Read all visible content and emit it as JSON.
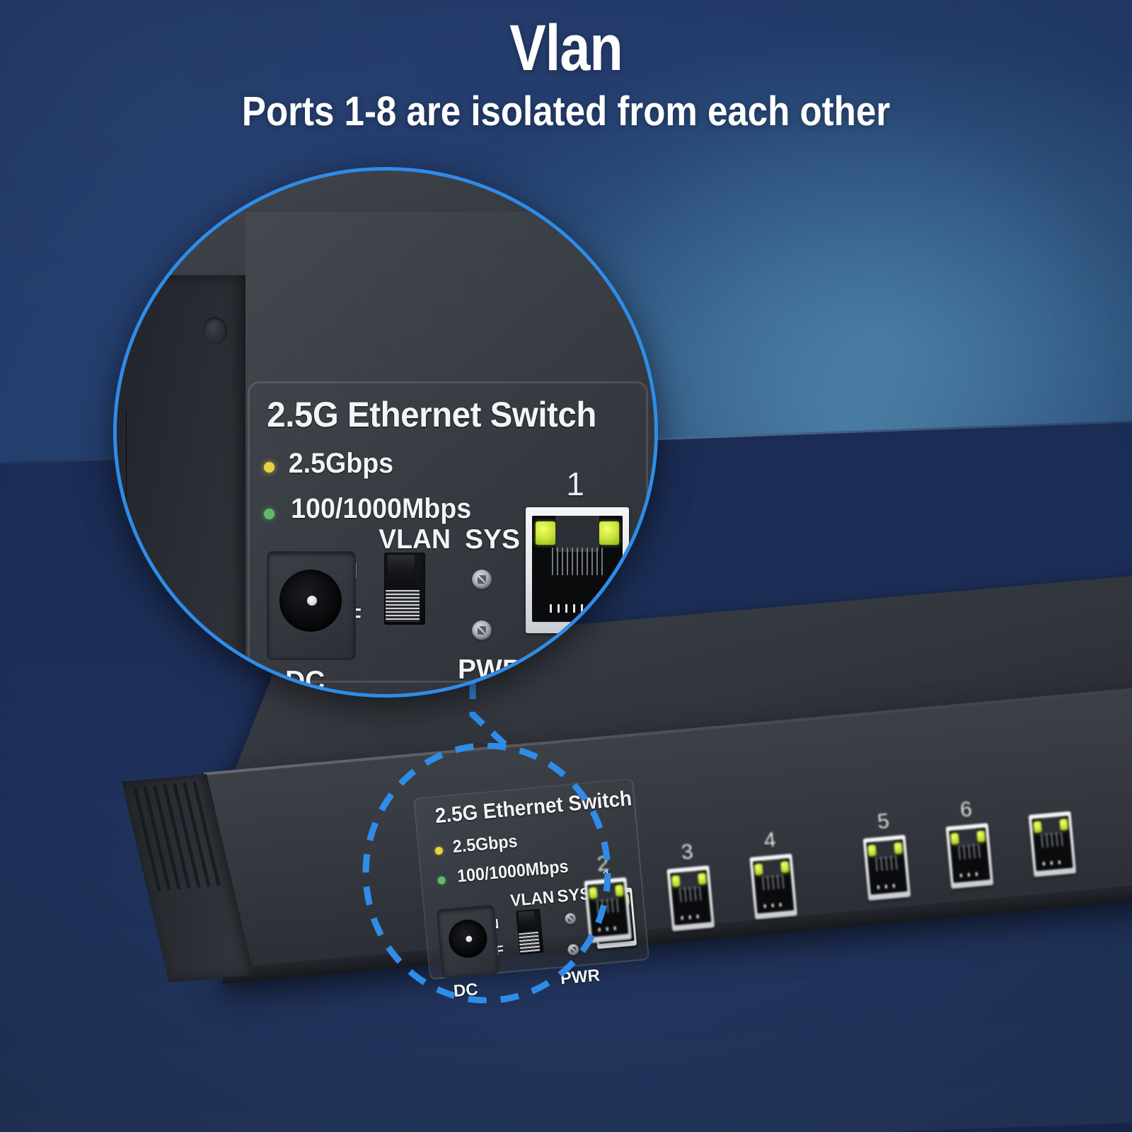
{
  "header": {
    "title": "Vlan",
    "subtitle": "Ports 1-8 are isolated from each other"
  },
  "colors": {
    "accent_blue": "#2f8ce8",
    "background_navy": "#24396b",
    "background_teal": "#3c6d94",
    "chassis_dark": "#34383f",
    "led_yellow": "#e8d443",
    "led_green": "#5fbd6a",
    "port_led": "#c9e43a",
    "text_white": "#ffffff"
  },
  "device": {
    "model_label": "2.5G Ethernet Switch",
    "indicators": [
      {
        "label": "2.5Gbps",
        "led_color": "#e8d443",
        "led_name": "led-yellow"
      },
      {
        "label": "100/1000Mbps",
        "led_color": "#5fbd6a",
        "led_name": "led-green"
      }
    ],
    "power": {
      "jack_label": "DC"
    },
    "vlan_switch": {
      "title": "VLAN",
      "position_on": "ON",
      "position_off": "OFF",
      "state": "ON"
    },
    "status_leds": [
      {
        "label": "SYS"
      },
      {
        "label": "PWR"
      }
    ],
    "ports": [
      {
        "number": "1"
      },
      {
        "number": "2"
      },
      {
        "number": "3"
      },
      {
        "number": "4"
      },
      {
        "number": "5"
      },
      {
        "number": "6"
      }
    ]
  },
  "callout": {
    "magnifier_name": "magnified-detail-circle",
    "source_name": "dashed-source-circle",
    "connector_name": "callout-connector-line"
  }
}
